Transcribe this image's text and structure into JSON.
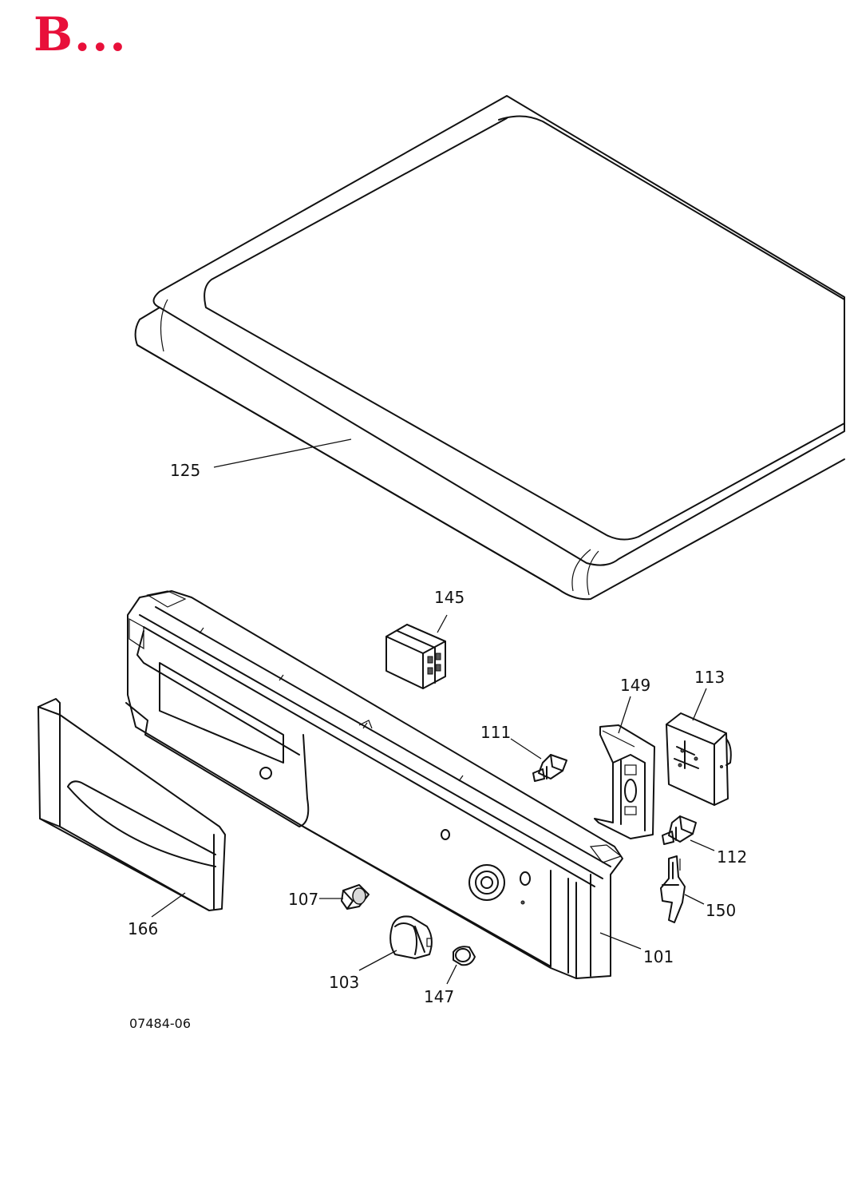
{
  "title": "B...",
  "drawing_code": "07484-06",
  "labels": {
    "p125": "125",
    "p145": "145",
    "p149": "149",
    "p113": "113",
    "p111": "111",
    "p112": "112",
    "p107": "107",
    "p166": "166",
    "p103": "103",
    "p147": "147",
    "p150": "150",
    "p101": "101"
  },
  "colors": {
    "title": "#e8103a",
    "line": "#111111"
  }
}
